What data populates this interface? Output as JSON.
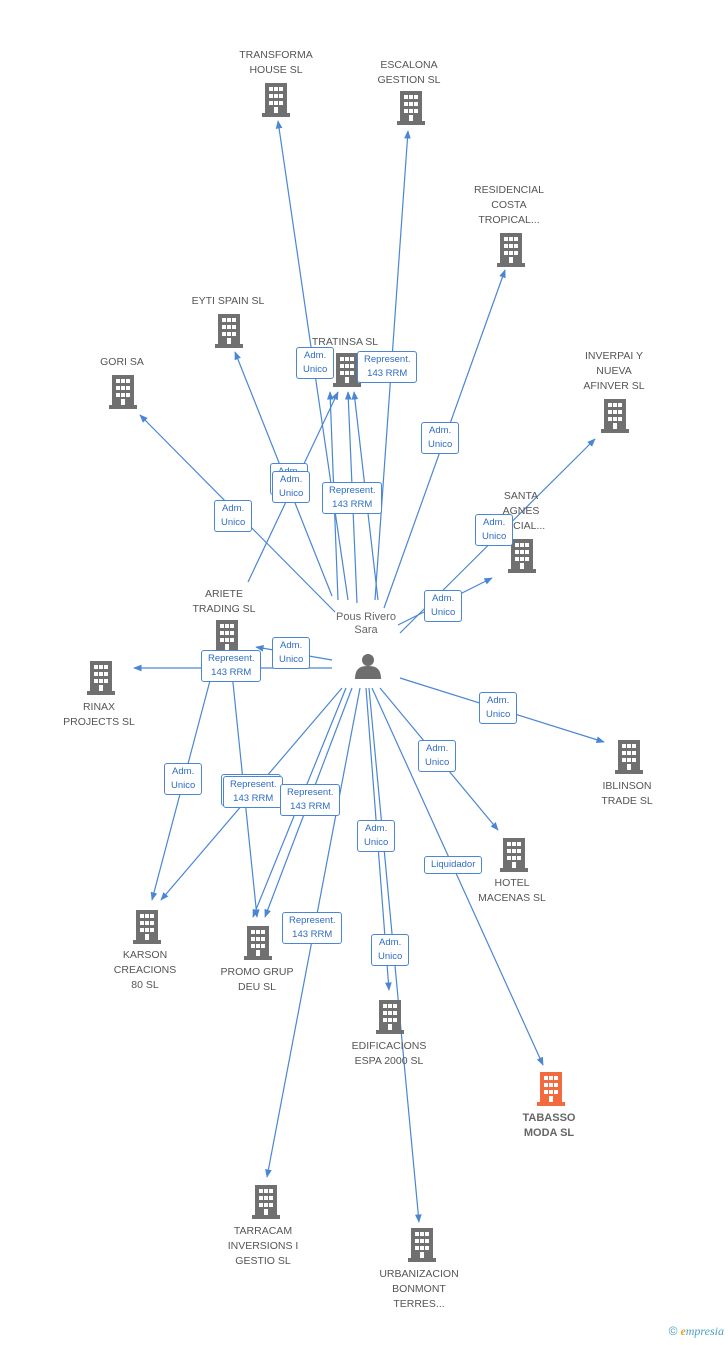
{
  "center": {
    "name": "Pous Rivero\nSara",
    "icon": "person-icon"
  },
  "colors": {
    "edge": "#4a86d4",
    "company": "#707070",
    "target": "#f26a3d"
  },
  "companies": [
    {
      "id": "transforma",
      "label": "TRANSFORMA\nHOUSE  SL"
    },
    {
      "id": "escalona",
      "label": "ESCALONA\nGESTION SL"
    },
    {
      "id": "residencial",
      "label": "RESIDENCIAL\nCOSTA\nTROPICAL..."
    },
    {
      "id": "eyti",
      "label": "EYTI SPAIN SL"
    },
    {
      "id": "tratinsa",
      "label": "TRATINSA SL"
    },
    {
      "id": "gori",
      "label": "GORI SA"
    },
    {
      "id": "inverpai",
      "label": "INVERPAI Y\nNUEVA\nAFINVER SL"
    },
    {
      "id": "santa",
      "label": "SANTA\nAGNES\n...NCIAL..."
    },
    {
      "id": "ariete",
      "label": "ARIETE\nTRADING SL"
    },
    {
      "id": "rinax",
      "label": "RINAX\nPROJECTS SL"
    },
    {
      "id": "iblinson",
      "label": "IBLINSON\nTRADE SL"
    },
    {
      "id": "hotel",
      "label": "HOTEL\nMACENAS SL"
    },
    {
      "id": "karson",
      "label": "KARSON\nCREACIONS\n80 SL"
    },
    {
      "id": "promo",
      "label": "PROMO GRUP\nDEU SL"
    },
    {
      "id": "edificacions",
      "label": "EDIFICACIONS\nESPA 2000 SL"
    },
    {
      "id": "tabasso",
      "label": "TABASSO\nMODA SL",
      "target": true
    },
    {
      "id": "tarracam",
      "label": "TARRACAM\nINVERSIONS I\nGESTIO SL"
    },
    {
      "id": "urbanizacion",
      "label": "URBANIZACION\nBONMONT\nTERRES..."
    }
  ],
  "edge_labels": [
    {
      "id": "el-1",
      "text": "Adm.\nUnico"
    },
    {
      "id": "el-2",
      "text": "Represent.\n143 RRM"
    },
    {
      "id": "el-3",
      "text": "Adm.\nUnico"
    },
    {
      "id": "el-4",
      "text": "Adm.\nUnico"
    },
    {
      "id": "el-5",
      "text": "Adm.\nUnico"
    },
    {
      "id": "el-6",
      "text": "Represent.\n143 RRM"
    },
    {
      "id": "el-7",
      "text": "Adm.\nUnico"
    },
    {
      "id": "el-8",
      "text": "Adm.\nUnico"
    },
    {
      "id": "el-9",
      "text": "Adm.\nUnico"
    },
    {
      "id": "el-10",
      "text": "Adm.\nUnico"
    },
    {
      "id": "el-11",
      "text": "Represent.\n143 RRM"
    },
    {
      "id": "el-12",
      "text": "Adm.\nUnico"
    },
    {
      "id": "el-13",
      "text": "Adm.\nUnico"
    },
    {
      "id": "el-14",
      "text": "Adm.\nUnico"
    },
    {
      "id": "el-15",
      "text": "Represent.\n143 RRM"
    },
    {
      "id": "el-16",
      "text": "Represent.\n143 RRM"
    },
    {
      "id": "el-17",
      "text": "Adm.\nUnico"
    },
    {
      "id": "el-18",
      "text": "Liquidador"
    },
    {
      "id": "el-19",
      "text": "Represent.\n143 RRM"
    },
    {
      "id": "el-20",
      "text": "Adm.\nUnico"
    }
  ],
  "brand": {
    "copyright": "©",
    "initial": "e",
    "rest": "mpresia"
  }
}
